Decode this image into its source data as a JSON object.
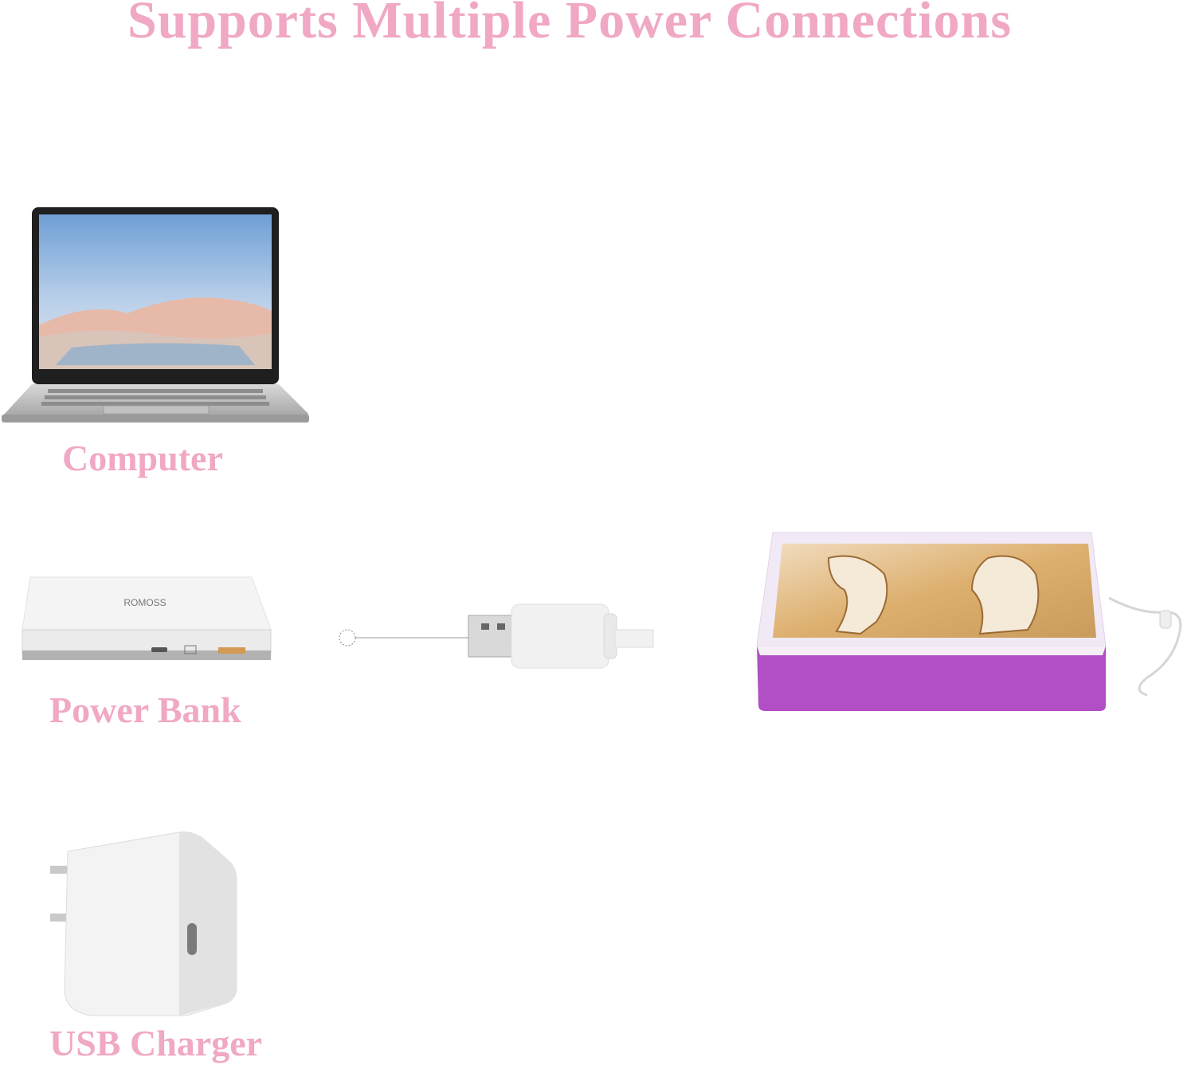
{
  "title": "Supports Multiple Power Connections",
  "sources": [
    {
      "id": "computer",
      "label": "Computer",
      "icon": "laptop-icon"
    },
    {
      "id": "power-bank",
      "label": "Power Bank",
      "icon": "power-bank-icon",
      "brand": "ROMOSS"
    },
    {
      "id": "usb-charger",
      "label": "USB Charger",
      "icon": "usb-charger-icon"
    }
  ],
  "connector": {
    "icon": "usb-cable-icon"
  },
  "device": {
    "icon": "light-drawing-board-icon"
  },
  "colors": {
    "accent": "#f0a8c4",
    "device_frame": "#b24fc4",
    "panel": "#e7c592"
  }
}
